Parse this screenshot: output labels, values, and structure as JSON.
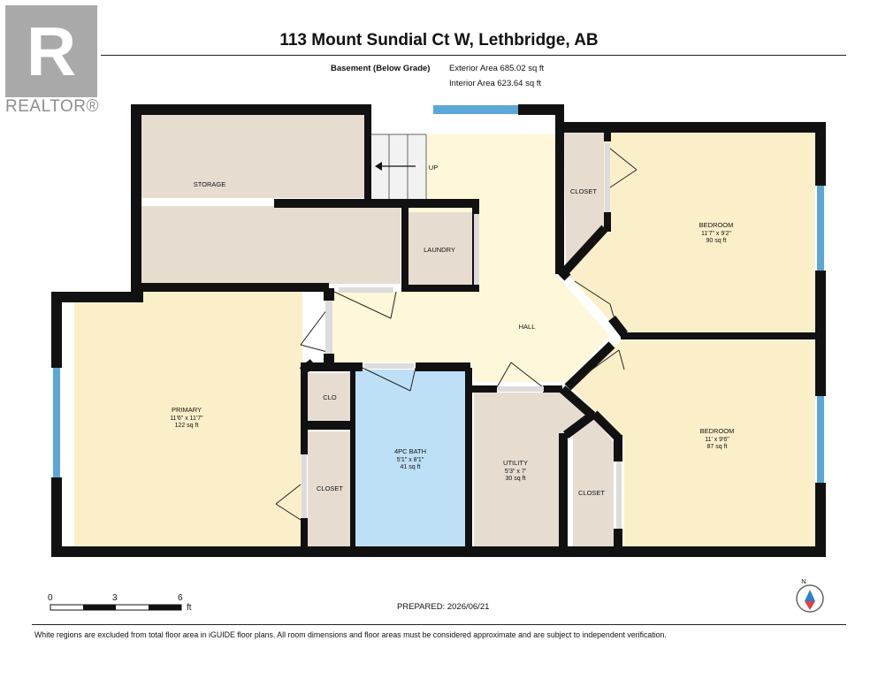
{
  "header": {
    "logo_letter": "R",
    "logo_text": "REALTOR®",
    "title": "113 Mount Sundial Ct W, Lethbridge, AB",
    "floor_label": "Basement (Below Grade)",
    "exterior_area": "Exterior Area 685.02 sq ft",
    "interior_area": "Interior Area 623.64 sq ft"
  },
  "rooms": {
    "storage": {
      "name": "STORAGE"
    },
    "up": {
      "name": "UP"
    },
    "laundry": {
      "name": "LAUNDRY"
    },
    "closet_top": {
      "name": "CLOSET"
    },
    "bedroom_top": {
      "name": "BEDROOM",
      "dims": "11'7\" x 9'2\"",
      "area": "90 sq ft"
    },
    "hall": {
      "name": "HALL"
    },
    "primary": {
      "name": "PRIMARY",
      "dims": "11'6\" x 11'7\"",
      "area": "122 sq ft"
    },
    "clo": {
      "name": "CLO"
    },
    "closet_primary": {
      "name": "CLOSET"
    },
    "bath": {
      "name": "4PC BATH",
      "dims": "5'1\" x 8'1\"",
      "area": "41 sq ft"
    },
    "utility": {
      "name": "UTILITY",
      "dims": "5'3\" x 7'",
      "area": "30 sq ft"
    },
    "closet_bottom": {
      "name": "CLOSET"
    },
    "bedroom_bottom": {
      "name": "BEDROOM",
      "dims": "11' x 9'6\"",
      "area": "87 sq ft"
    }
  },
  "colors": {
    "wall": "#111111",
    "window": "#5ba8d8",
    "storage": "#e6ddd0",
    "closet": "#e6ddd0",
    "laundry": "#e6ddd0",
    "utility": "#e6ddd0",
    "bedroom": "#fbefc9",
    "primary": "#fbefc9",
    "hall": "#fff7d9",
    "bath": "#bde0f6",
    "stairs": "#f2f2f2"
  },
  "scale": {
    "labels": [
      "0",
      "3",
      "6"
    ],
    "unit": "ft"
  },
  "compass": {
    "north_label": "N"
  },
  "footer": {
    "prepared": "PREPARED: 2026/06/21",
    "disclaimer": "White regions are excluded from total floor area in iGUIDE floor plans. All room dimensions and floor areas must be considered approximate and are subject to independent verification."
  }
}
